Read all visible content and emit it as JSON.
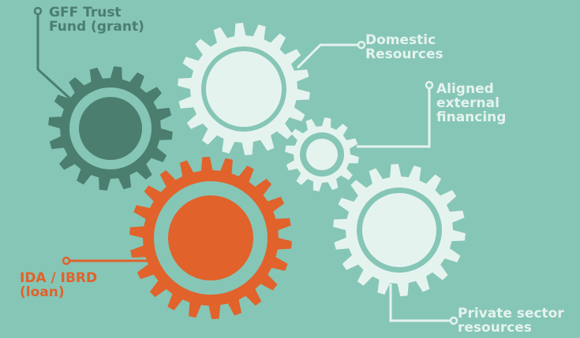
{
  "colors": {
    "background": "#86c6b6",
    "dark_teal": "#4b7e6f",
    "light": "#e5f3ee",
    "orange": "#e1622b"
  },
  "labels": {
    "gff": "GFF Trust\nFund (grant)",
    "domestic": "Domestic\nResources",
    "aligned": "Aligned\nexternal\nfinancing",
    "ida": "IDA / IBRD\n(loan)",
    "private": "Private sector\nresources"
  },
  "gears": [
    {
      "id": "gff",
      "color": "dark_teal"
    },
    {
      "id": "domestic",
      "color": "light"
    },
    {
      "id": "aligned",
      "color": "light"
    },
    {
      "id": "ida",
      "color": "orange"
    },
    {
      "id": "private",
      "color": "light"
    }
  ]
}
